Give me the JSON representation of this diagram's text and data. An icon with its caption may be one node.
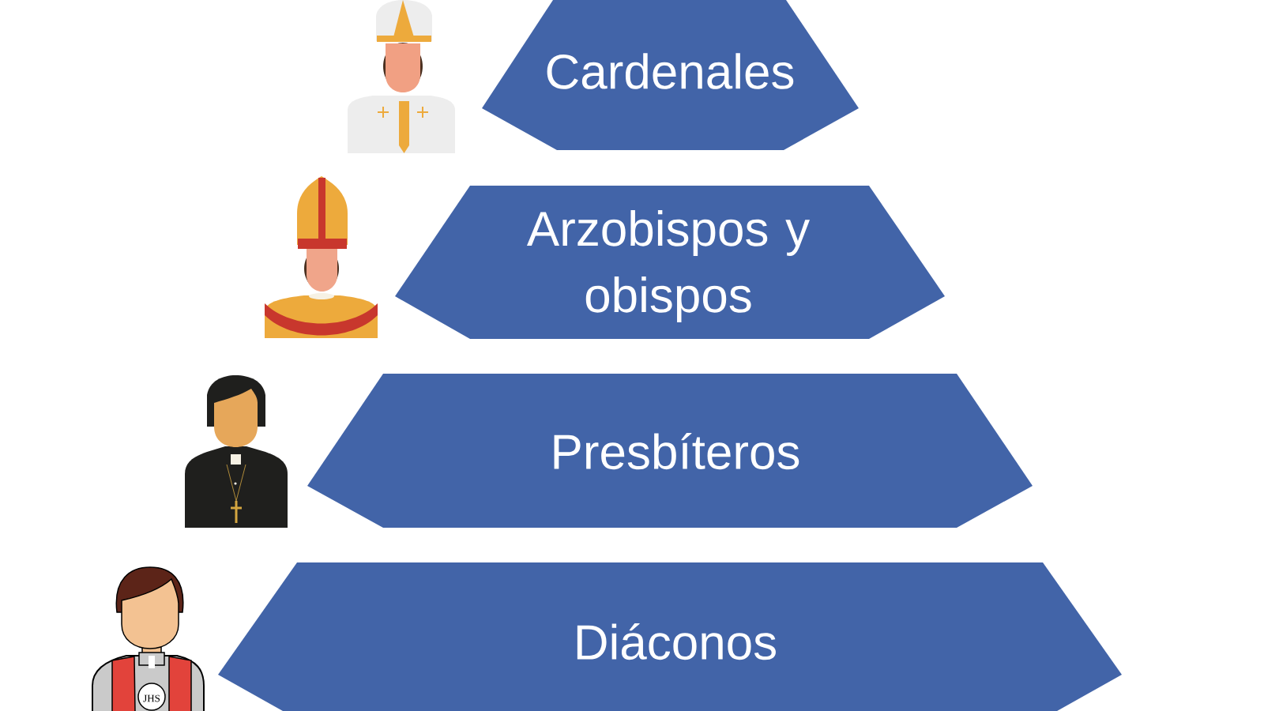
{
  "diagram": {
    "nodes": [
      {
        "text": [
          "Cardenales"
        ]
      },
      {
        "text": [
          "Arzobispos y obispos"
        ]
      },
      {
        "text": [
          "Presbíteros"
        ]
      },
      {
        "text": [
          "Diáconos"
        ]
      }
    ],
    "labels": [
      "JHS"
    ]
  }
}
